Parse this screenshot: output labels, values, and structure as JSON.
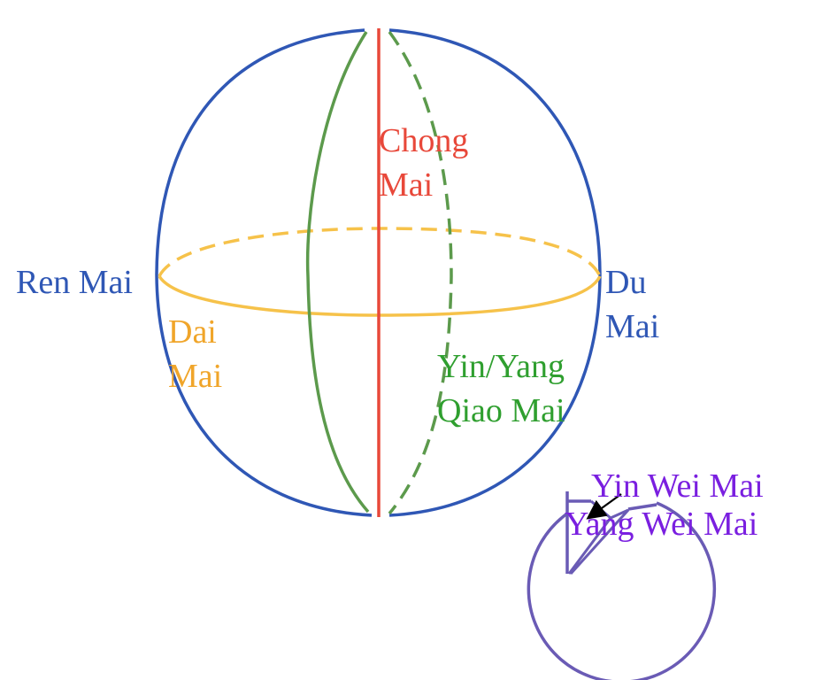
{
  "colors": {
    "du_ren": "#2f57b5",
    "chong": "#e8483a",
    "qiao": "#2f9f2f",
    "qiao_line": "#5c9a4c",
    "dai": "#f0a52a",
    "dai_line": "#f6c24a",
    "wei": "#7a1fe0",
    "wei_line": "#6a5bb5",
    "arrow": "#000000"
  },
  "labels": {
    "chong": {
      "line1": "Chong",
      "line2": "Mai"
    },
    "ren": {
      "text": "Ren Mai"
    },
    "du": {
      "line1": "Du",
      "line2": "Mai"
    },
    "dai": {
      "line1": "Dai",
      "line2": "Mai"
    },
    "qiao": {
      "line1": "Yin/Yang",
      "line2": "Qiao Mai"
    },
    "yin_wei": {
      "text": "Yin Wei Mai"
    },
    "yang_wei": {
      "text": "Yang Wei Mai"
    }
  }
}
